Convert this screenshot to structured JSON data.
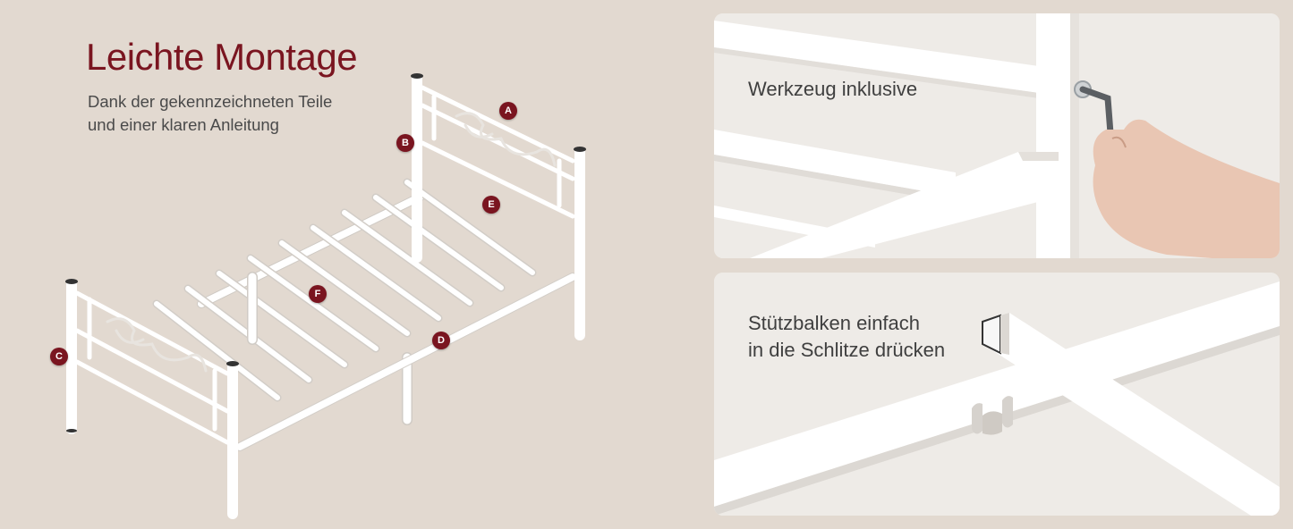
{
  "heading": {
    "title": "Leichte Montage",
    "subtitle_lines": [
      "Dank der gekennzeichneten Teile",
      "und einer klaren Anleitung"
    ]
  },
  "markers": [
    {
      "label": "A",
      "name": "marker-a"
    },
    {
      "label": "B",
      "name": "marker-b"
    },
    {
      "label": "C",
      "name": "marker-c"
    },
    {
      "label": "D",
      "name": "marker-d"
    },
    {
      "label": "E",
      "name": "marker-e"
    },
    {
      "label": "F",
      "name": "marker-f"
    }
  ],
  "panels": {
    "tool": {
      "caption": "Werkzeug inklusive",
      "icon": "hex-key-icon"
    },
    "slot": {
      "caption_lines": [
        "Stützbalken einfach",
        "in die Schlitze drücken"
      ]
    }
  },
  "colors": {
    "accent": "#7a1520",
    "background": "#e2d9d0",
    "panel_bg": "#eeebe7",
    "frame_white": "#ffffff",
    "frame_shadow": "#d9d6d2"
  }
}
